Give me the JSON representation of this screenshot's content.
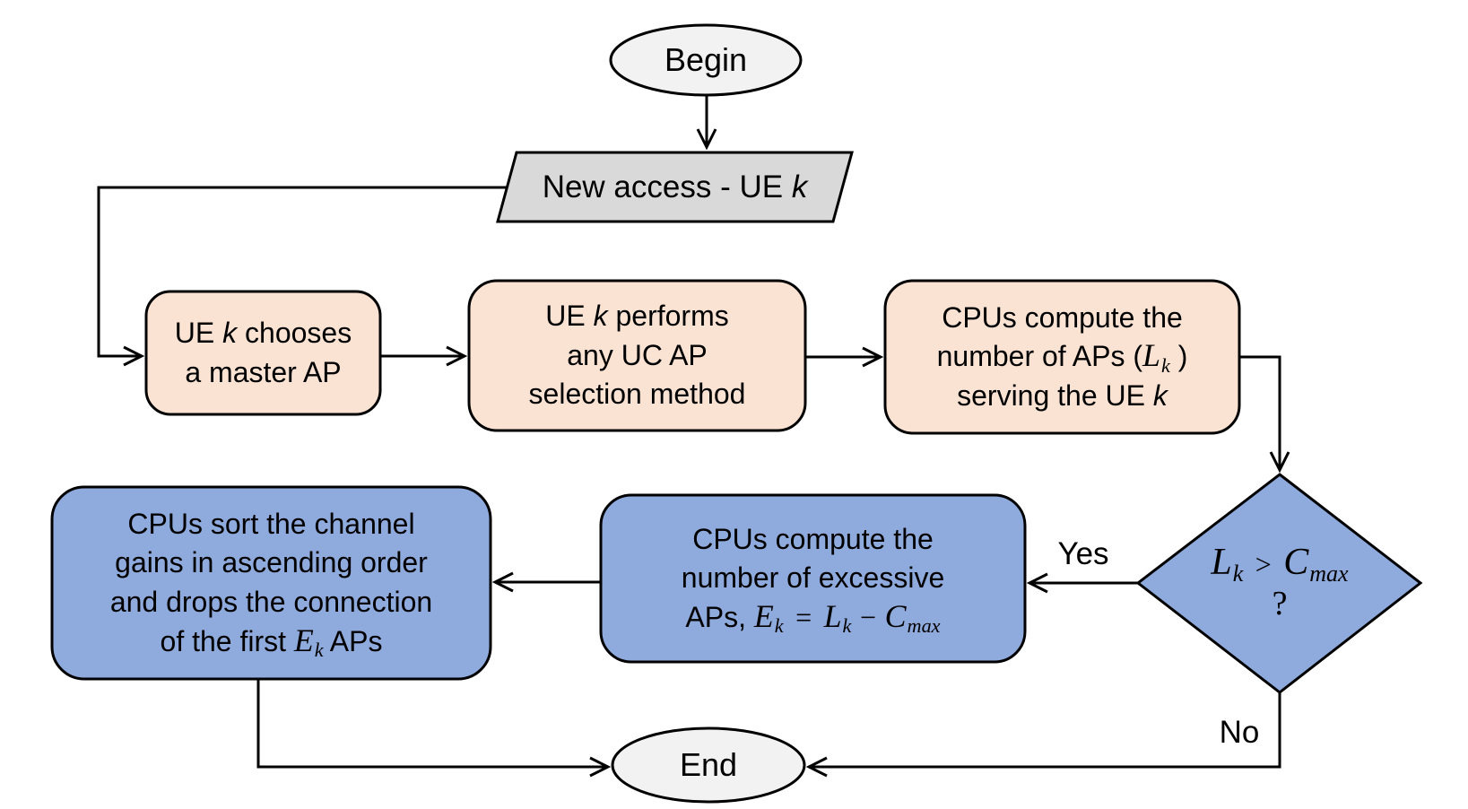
{
  "colors": {
    "terminal_fill": "#f2f2f2",
    "io_fill": "#d9d9d9",
    "process_fill": "#fbe3d4",
    "decision_fill": "#8faadc",
    "stroke": "#000000"
  },
  "nodes": {
    "begin": {
      "label": "Begin"
    },
    "new_access": {
      "text": "New access - UE ",
      "var": "k"
    },
    "choose_master": {
      "line1_pre": "UE ",
      "line1_var": "k",
      "line1_post": " chooses",
      "line2": "a master AP"
    },
    "uc_selection": {
      "line1_pre": "UE ",
      "line1_var": "k",
      "line1_post": " performs",
      "line2": "any UC AP",
      "line3": "selection method"
    },
    "compute_aps": {
      "line1": "CPUs compute the",
      "line2_pre": "number of APs (",
      "line2_var": "L",
      "line2_sub": "k",
      "line2_post": " )",
      "line3_pre": "serving the UE ",
      "line3_var": "k"
    },
    "decision": {
      "lhs_var": "L",
      "lhs_sub": "k",
      "op": ">",
      "rhs_var": "C",
      "rhs_sub": "max",
      "question": "?"
    },
    "compute_excessive": {
      "line1": "CPUs compute the",
      "line2": "number of excessive",
      "line3_pre": "APs, ",
      "e_var": "E",
      "e_sub": "k",
      "eq": "=",
      "l_var": "L",
      "l_sub": "k",
      "minus": "−",
      "c_var": "C",
      "c_sub": "max"
    },
    "sort_drop": {
      "line1": "CPUs sort the channel",
      "line2": "gains in ascending order",
      "line3": "and drops the connection",
      "line4_pre": "of the first ",
      "line4_var": "E",
      "line4_sub": "k",
      "line4_post": " APs"
    },
    "end": {
      "label": "End"
    }
  },
  "edges": {
    "yes_label": "Yes",
    "no_label": "No"
  }
}
